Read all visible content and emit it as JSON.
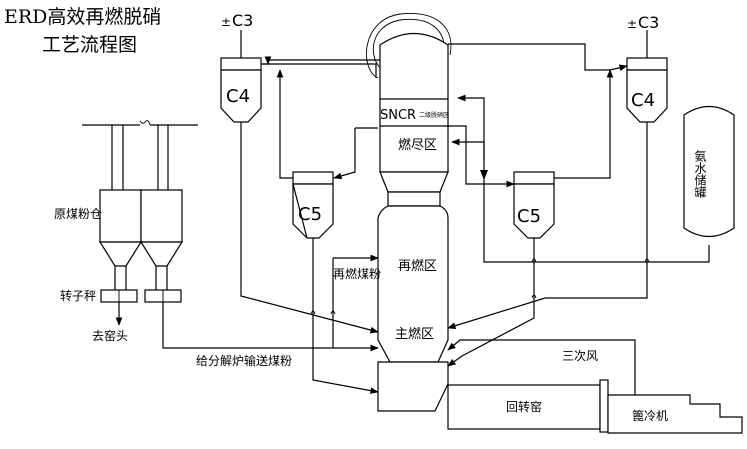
{
  "title": {
    "line1": "ERD高效再燃脱硝",
    "line2": "工艺流程图"
  },
  "labels": {
    "c3_left": "C3",
    "c3_right": "C3",
    "c3_prefix": "±",
    "c4_left": "C4",
    "c4_right": "C4",
    "c5_left": "C5",
    "c5_right": "C5",
    "sncr": "SNCR",
    "sncr_sub": "二级脱硝区",
    "burnout_zone": "燃尽区",
    "reburn_zone": "再燃区",
    "main_burn_zone": "主燃区",
    "ammonia_tank": "氨水储罐",
    "raw_coal_bin": "原煤粉仓",
    "rotor_scale": "转子秤",
    "to_kiln_head": "去窑头",
    "reburn_coal": "再燃煤粉",
    "to_calciner": "给分解炉输送煤粉",
    "tertiary_air": "三次风",
    "rotary_kiln": "回转窑",
    "grate_cooler": "篦冷机"
  }
}
